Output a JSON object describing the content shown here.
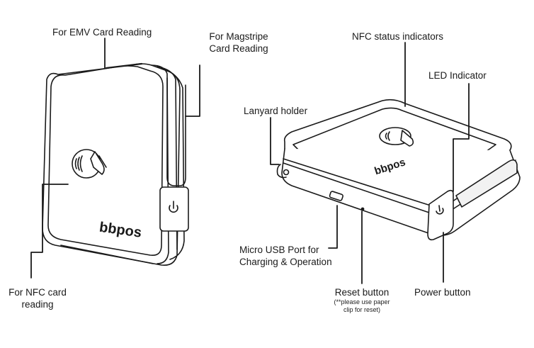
{
  "labels": {
    "emv": "For EMV Card Reading",
    "magstripe_1": "For Magstripe",
    "magstripe_2": "Card Reading",
    "nfc_left_1": "For NFC card",
    "nfc_left_2": "reading",
    "nfc_status": "NFC status indicators",
    "led": "LED Indicator",
    "lanyard": "Lanyard holder",
    "usb_1": "Micro USB Port for",
    "usb_2": "Charging & Operation",
    "reset": "Reset button",
    "reset_note_1": "(**please use paper",
    "reset_note_2": "clip for reset)",
    "power": "Power button"
  },
  "brand": {
    "logo_text": "bbpos"
  },
  "colors": {
    "outline": "#1a1a1a",
    "device_fill": "#ffffff",
    "side_shade": "#f2f2f2"
  },
  "icons": [
    "nfc-contactless-icon",
    "power-icon"
  ]
}
